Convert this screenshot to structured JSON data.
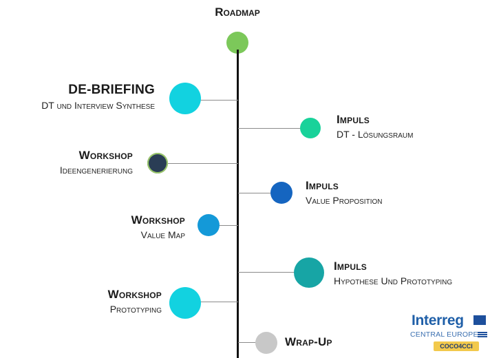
{
  "title": "Roadmap",
  "colors": {
    "axis": "#111111",
    "connector": "#8a8a8a",
    "start": "#7cc85a",
    "cyan": "#12d2e0",
    "green": "#19d29a",
    "navy": "#2a3d55",
    "blue": "#1565c0",
    "sky": "#1499d8",
    "teal": "#17a5a5",
    "grey": "#c8c8c8"
  },
  "steps": [
    {
      "heading": "DE-BRIEFING",
      "sub": "DT und Interview Synthese"
    },
    {
      "heading": "Impuls",
      "sub": "DT - Lösungsraum"
    },
    {
      "heading": "Workshop",
      "sub": "Ideengenerierung"
    },
    {
      "heading": "Impuls",
      "sub": "Value Proposition"
    },
    {
      "heading": "Workshop",
      "sub": "Value Map"
    },
    {
      "heading": "Impuls",
      "sub": "Hypothese Und Prototyping"
    },
    {
      "heading": "Workshop",
      "sub": "Prototyping"
    },
    {
      "heading": "Wrap-Up",
      "sub": ""
    }
  ],
  "logo": {
    "wordmark": "Interreg",
    "program": "CENTRAL EUROPE",
    "project": "COCO4CCI"
  }
}
